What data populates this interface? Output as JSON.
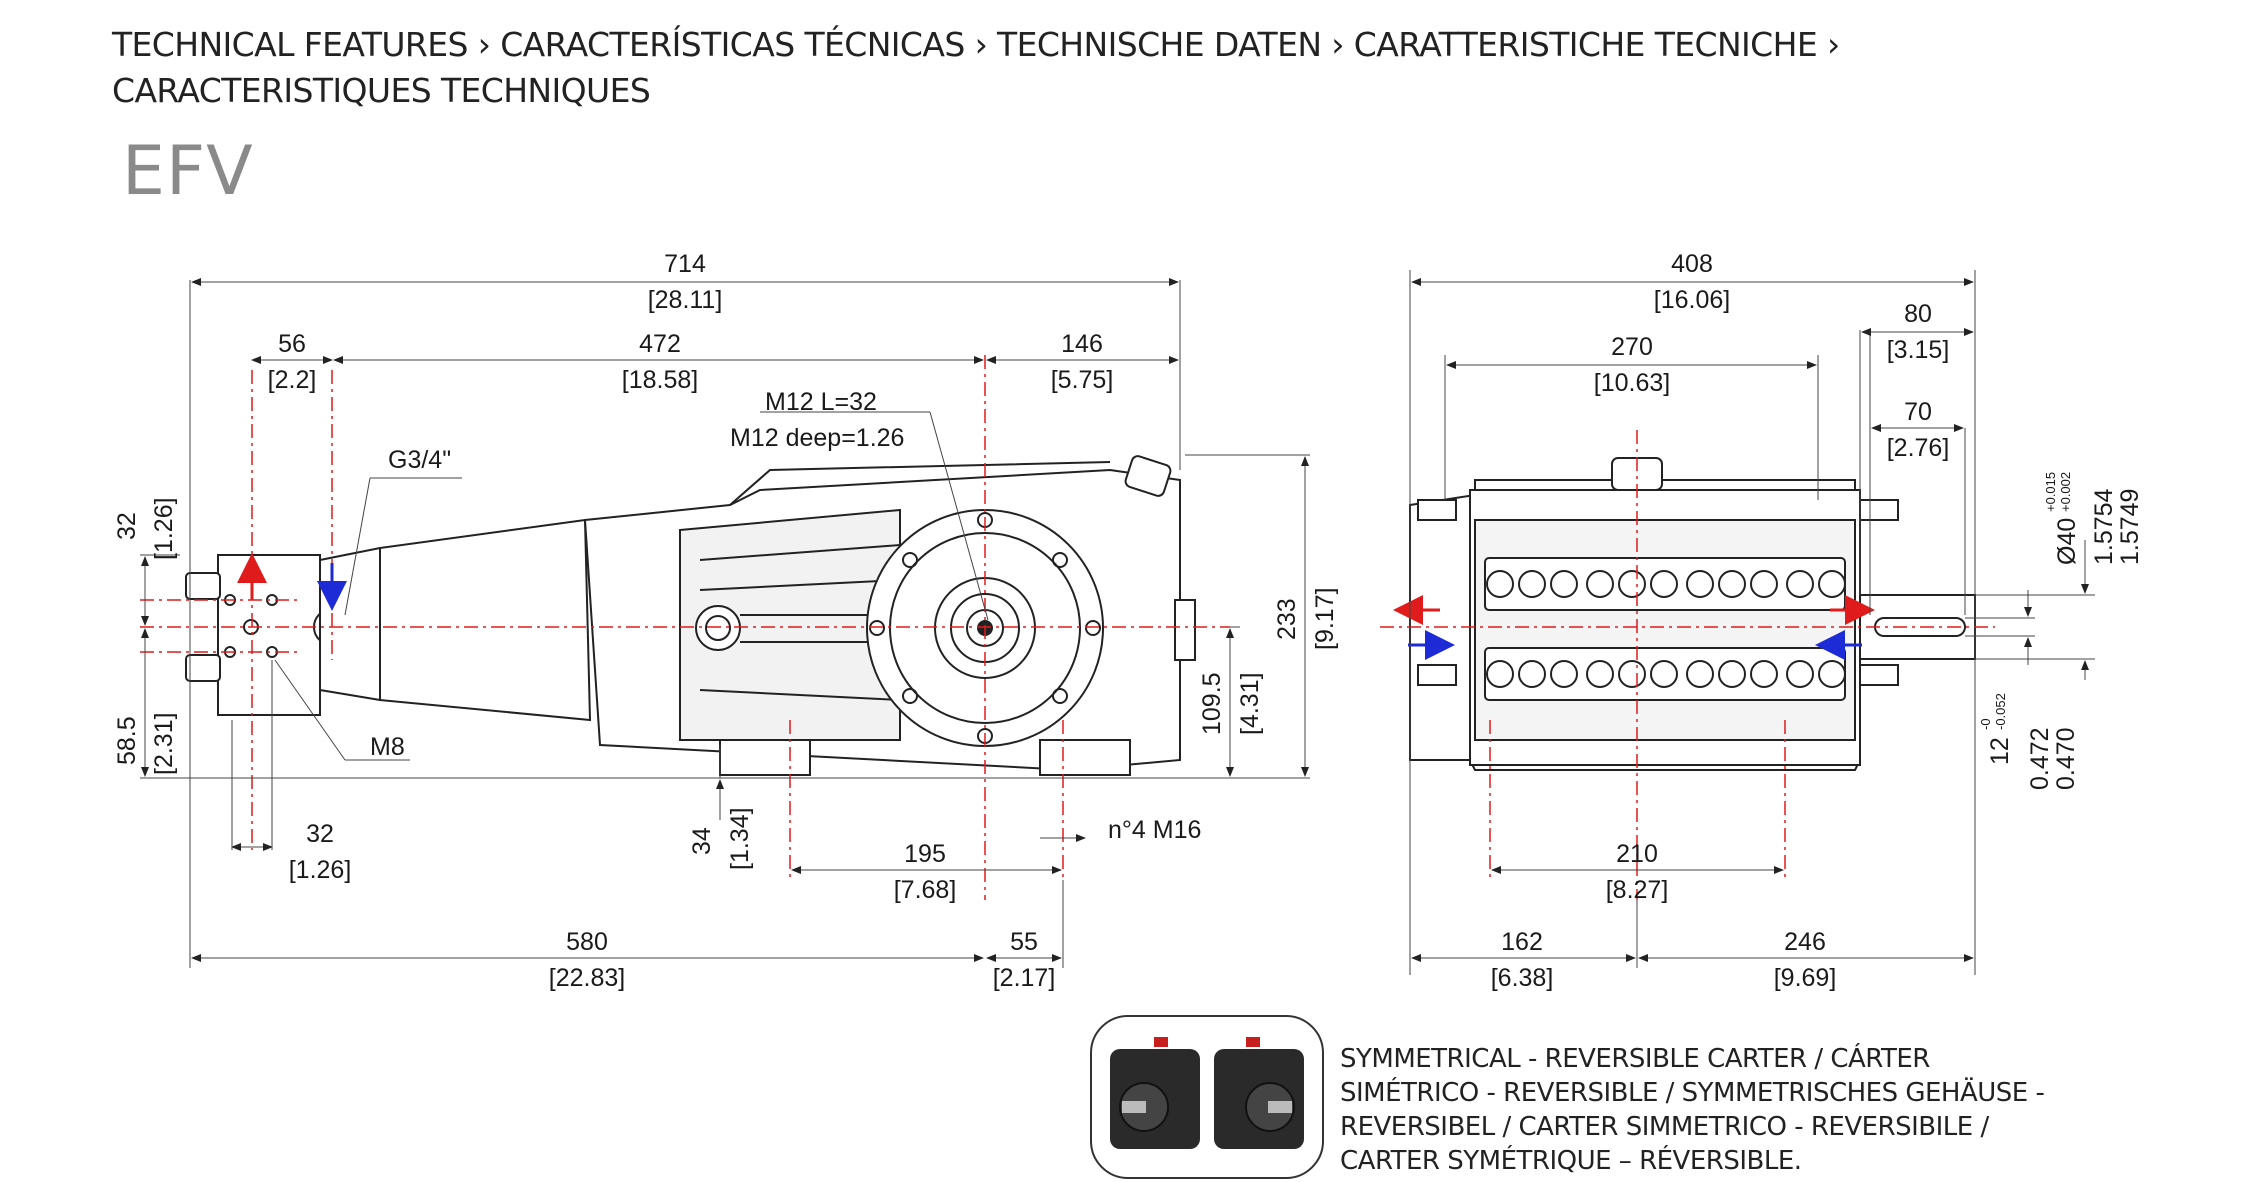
{
  "header": {
    "title_line1": "TECHNICAL FEATURES › CARACTERÍSTICAS TÉCNICAS › TECHNISCHE DATEN ›  CARATTERISTICHE TECNICHE ›",
    "title_line2": "CARACTERISTIQUES TECHNIQUES",
    "model": "EFV"
  },
  "side_view": {
    "overall_length": "714",
    "overall_length_in": "[28.11]",
    "inlet_spacing": "56",
    "inlet_spacing_in": "[2.2]",
    "mid_length": "472",
    "mid_length_in": "[18.58]",
    "rear_length": "146",
    "rear_length_in": "[5.75]",
    "thread_note_1": "M12 L=32",
    "thread_note_2": "M12 deep=1.26",
    "port_note": "G3/4\"",
    "bolt_note": "M8",
    "height_top": "32",
    "height_top_in": "[1.26]",
    "height_bottom": "58.5",
    "height_bottom_in": "[2.31]",
    "total_height": "233",
    "total_height_in": "[9.17]",
    "shaft_height": "109.5",
    "shaft_height_in": "[4.31]",
    "foot_height": "34",
    "foot_height_in": "[1.34]",
    "bolt_spacing": "32",
    "bolt_spacing_in": "[1.26]",
    "foot_spacing": "195",
    "foot_spacing_in": "[7.68]",
    "mount_note": "n°4 M16",
    "base_length": "580",
    "base_length_in": "[22.83]",
    "foot_width": "55",
    "foot_width_in": "[2.17]"
  },
  "front_view": {
    "overall_width": "408",
    "overall_width_in": "[16.06]",
    "shaft_len": "80",
    "shaft_len_in": "[3.15]",
    "body_width": "270",
    "body_width_in": "[10.63]",
    "key_len": "70",
    "key_len_in": "[2.76]",
    "shaft_dia": "Ø40",
    "shaft_tol_top": "+0.015",
    "shaft_tol_bot": "+0.002",
    "shaft_dia_in_1": "1.5754",
    "shaft_dia_in_2": "1.5749",
    "key_width": "12",
    "key_tol_top": "-0",
    "key_tol_bot": "-0.052",
    "key_width_in_1": "0.472",
    "key_width_in_2": "0.470",
    "foot_span": "210",
    "foot_span_in": "[8.27]",
    "left_offset": "162",
    "left_offset_in": "[6.38]",
    "right_offset": "246",
    "right_offset_in": "[9.69]"
  },
  "caption": {
    "line1": "SYMMETRICAL - REVERSIBLE CARTER / CÁRTER",
    "line2": "SIMÉTRICO - REVERSIBLE / SYMMETRISCHES GEHÄUSE -",
    "line3": "REVERSIBEL / CARTER SIMMETRICO - REVERSIBILE /",
    "line4": "CARTER SYMÉTRIQUE – RÉVERSIBLE."
  },
  "colors": {
    "inlet_arrow": "#1d2bd6",
    "outlet_arrow": "#e01b1b",
    "centerline": "#e01b1b",
    "model_text": "#8a8a8a"
  }
}
